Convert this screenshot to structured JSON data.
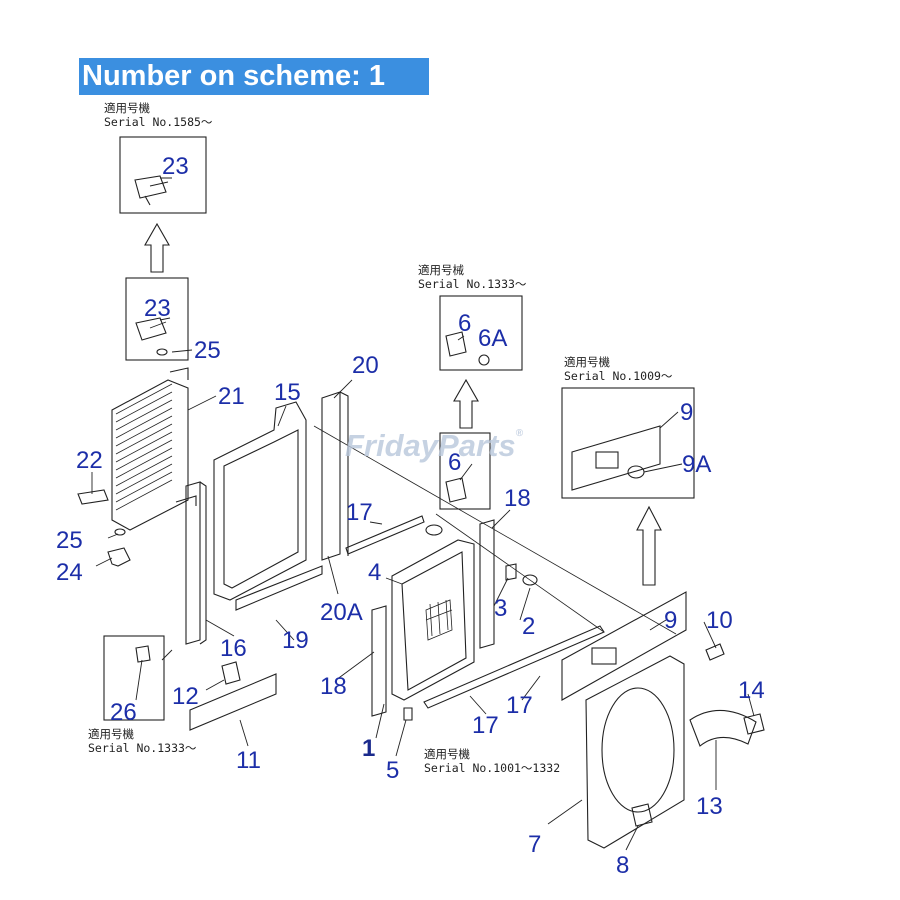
{
  "banner": {
    "text": "Number on scheme: 1",
    "color": "#3b8fe0"
  },
  "watermark": {
    "text": "FridayParts",
    "mark": "®"
  },
  "notes": [
    {
      "id": "note-1585",
      "line1": "適用号機",
      "line2": "Serial No.1585～"
    },
    {
      "id": "note-1333-top",
      "line1": "適用号械",
      "line2": "Serial No.1333～"
    },
    {
      "id": "note-1009",
      "line1": "適用号機",
      "line2": "Serial No.1009～"
    },
    {
      "id": "note-1333-bottom",
      "line1": "適用号機",
      "line2": "Serial No.1333～"
    },
    {
      "id": "note-1001",
      "line1": "適用号機",
      "line2": "Serial No.1001～1332"
    }
  ],
  "callouts": [
    {
      "id": "c-23a",
      "label": "23"
    },
    {
      "id": "c-23b",
      "label": "23"
    },
    {
      "id": "c-25a",
      "label": "25"
    },
    {
      "id": "c-21",
      "label": "21"
    },
    {
      "id": "c-22",
      "label": "22"
    },
    {
      "id": "c-25b",
      "label": "25"
    },
    {
      "id": "c-24",
      "label": "24"
    },
    {
      "id": "c-15",
      "label": "15"
    },
    {
      "id": "c-20",
      "label": "20"
    },
    {
      "id": "c-6a",
      "label": "6"
    },
    {
      "id": "c-6A",
      "label": "6A"
    },
    {
      "id": "c-6b",
      "label": "6"
    },
    {
      "id": "c-9a",
      "label": "9"
    },
    {
      "id": "c-9A",
      "label": "9A"
    },
    {
      "id": "c-18a",
      "label": "18"
    },
    {
      "id": "c-17a",
      "label": "17"
    },
    {
      "id": "c-4",
      "label": "4"
    },
    {
      "id": "c-3",
      "label": "3"
    },
    {
      "id": "c-2",
      "label": "2"
    },
    {
      "id": "c-20A",
      "label": "20A"
    },
    {
      "id": "c-16",
      "label": "16"
    },
    {
      "id": "c-19",
      "label": "19"
    },
    {
      "id": "c-9b",
      "label": "9"
    },
    {
      "id": "c-10",
      "label": "10"
    },
    {
      "id": "c-18b",
      "label": "18"
    },
    {
      "id": "c-12",
      "label": "12"
    },
    {
      "id": "c-26",
      "label": "26"
    },
    {
      "id": "c-17b",
      "label": "17"
    },
    {
      "id": "c-17c",
      "label": "17"
    },
    {
      "id": "c-14",
      "label": "14"
    },
    {
      "id": "c-1",
      "label": "1"
    },
    {
      "id": "c-11",
      "label": "11"
    },
    {
      "id": "c-5",
      "label": "5"
    },
    {
      "id": "c-13",
      "label": "13"
    },
    {
      "id": "c-7",
      "label": "7"
    },
    {
      "id": "c-8",
      "label": "8"
    }
  ]
}
